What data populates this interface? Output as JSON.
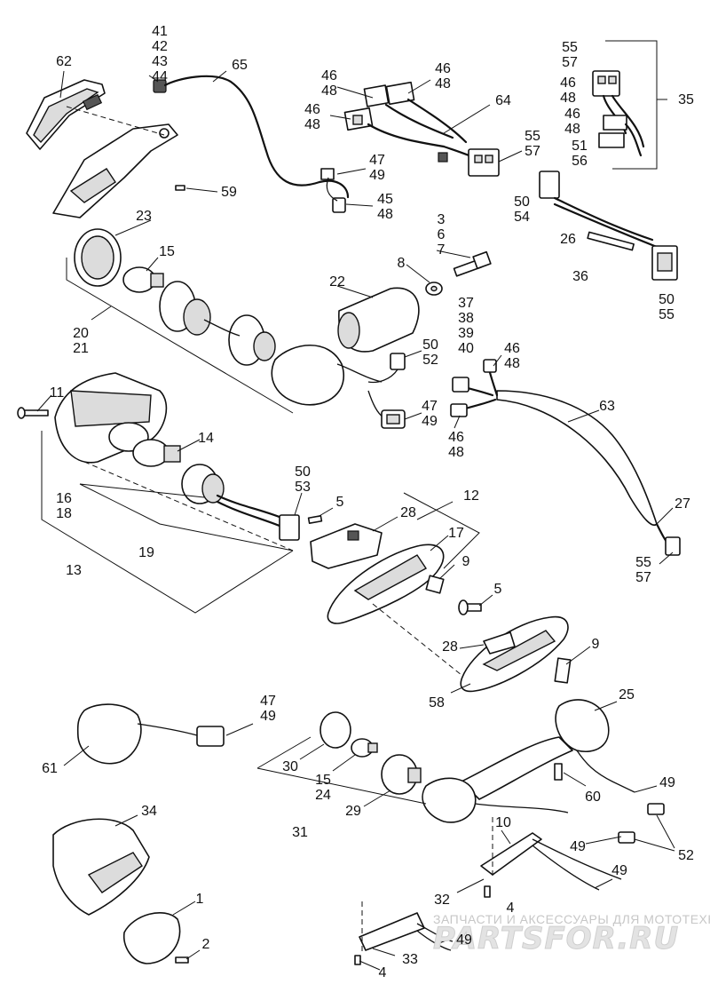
{
  "callouts": [
    {
      "id": "c62",
      "lines": [
        "62"
      ]
    },
    {
      "id": "c41",
      "lines": [
        "41",
        "42",
        "43",
        "44"
      ]
    },
    {
      "id": "c65",
      "lines": [
        "65"
      ]
    },
    {
      "id": "c46a",
      "lines": [
        "46",
        "48"
      ]
    },
    {
      "id": "c46b",
      "lines": [
        "46",
        "48"
      ]
    },
    {
      "id": "c46c",
      "lines": [
        "46",
        "48"
      ]
    },
    {
      "id": "c64",
      "lines": [
        "64"
      ]
    },
    {
      "id": "c55a",
      "lines": [
        "55",
        "57"
      ]
    },
    {
      "id": "c47a",
      "lines": [
        "47",
        "49"
      ]
    },
    {
      "id": "c45",
      "lines": [
        "45",
        "48"
      ]
    },
    {
      "id": "c59",
      "lines": [
        "59"
      ]
    },
    {
      "id": "c55b",
      "lines": [
        "55",
        "57"
      ]
    },
    {
      "id": "c46d",
      "lines": [
        "46",
        "48"
      ]
    },
    {
      "id": "c46e",
      "lines": [
        "46",
        "48"
      ]
    },
    {
      "id": "c51",
      "lines": [
        "51",
        "56"
      ]
    },
    {
      "id": "c35",
      "lines": [
        "35"
      ]
    },
    {
      "id": "c50a",
      "lines": [
        "50",
        "54"
      ]
    },
    {
      "id": "c26",
      "lines": [
        "26"
      ]
    },
    {
      "id": "c36",
      "lines": [
        "36"
      ]
    },
    {
      "id": "c50b",
      "lines": [
        "50",
        "55"
      ]
    },
    {
      "id": "c23",
      "lines": [
        "23"
      ]
    },
    {
      "id": "c3",
      "lines": [
        "3",
        "6",
        "7"
      ]
    },
    {
      "id": "c15a",
      "lines": [
        "15"
      ]
    },
    {
      "id": "c8",
      "lines": [
        "8"
      ]
    },
    {
      "id": "c22",
      "lines": [
        "22"
      ]
    },
    {
      "id": "c37",
      "lines": [
        "37",
        "38",
        "39",
        "40"
      ]
    },
    {
      "id": "c20",
      "lines": [
        "20",
        "21"
      ]
    },
    {
      "id": "c50c",
      "lines": [
        "50",
        "52"
      ]
    },
    {
      "id": "c46f",
      "lines": [
        "46",
        "48"
      ]
    },
    {
      "id": "c11",
      "lines": [
        "11"
      ]
    },
    {
      "id": "c47b",
      "lines": [
        "47",
        "49"
      ]
    },
    {
      "id": "c63",
      "lines": [
        "63"
      ]
    },
    {
      "id": "c46g",
      "lines": [
        "46",
        "48"
      ]
    },
    {
      "id": "c14",
      "lines": [
        "14"
      ]
    },
    {
      "id": "c16",
      "lines": [
        "16",
        "18"
      ]
    },
    {
      "id": "c50d",
      "lines": [
        "50",
        "53"
      ]
    },
    {
      "id": "c12",
      "lines": [
        "12"
      ]
    },
    {
      "id": "c5a",
      "lines": [
        "5"
      ]
    },
    {
      "id": "c28a",
      "lines": [
        "28"
      ]
    },
    {
      "id": "c17",
      "lines": [
        "17"
      ]
    },
    {
      "id": "c27",
      "lines": [
        "27"
      ]
    },
    {
      "id": "c19",
      "lines": [
        "19"
      ]
    },
    {
      "id": "c13",
      "lines": [
        "13"
      ]
    },
    {
      "id": "c9a",
      "lines": [
        "9"
      ]
    },
    {
      "id": "c55c",
      "lines": [
        "55",
        "57"
      ]
    },
    {
      "id": "c5b",
      "lines": [
        "5"
      ]
    },
    {
      "id": "c28b",
      "lines": [
        "28"
      ]
    },
    {
      "id": "c9b",
      "lines": [
        "9"
      ]
    },
    {
      "id": "c58",
      "lines": [
        "58"
      ]
    },
    {
      "id": "c25",
      "lines": [
        "25"
      ]
    },
    {
      "id": "c47c",
      "lines": [
        "47",
        "49"
      ]
    },
    {
      "id": "c61",
      "lines": [
        "61"
      ]
    },
    {
      "id": "c30",
      "lines": [
        "30"
      ]
    },
    {
      "id": "c15b",
      "lines": [
        "15",
        "24"
      ]
    },
    {
      "id": "c60",
      "lines": [
        "60"
      ]
    },
    {
      "id": "c49a",
      "lines": [
        "49"
      ]
    },
    {
      "id": "c29",
      "lines": [
        "29"
      ]
    },
    {
      "id": "c34",
      "lines": [
        "34"
      ]
    },
    {
      "id": "c31",
      "lines": [
        "31"
      ]
    },
    {
      "id": "c10",
      "lines": [
        "10"
      ]
    },
    {
      "id": "c49b",
      "lines": [
        "49"
      ]
    },
    {
      "id": "c52",
      "lines": [
        "52"
      ]
    },
    {
      "id": "c49c",
      "lines": [
        "49"
      ]
    },
    {
      "id": "c1",
      "lines": [
        "1"
      ]
    },
    {
      "id": "c32",
      "lines": [
        "32"
      ]
    },
    {
      "id": "c4a",
      "lines": [
        "4"
      ]
    },
    {
      "id": "c2",
      "lines": [
        "2"
      ]
    },
    {
      "id": "c49d",
      "lines": [
        "49"
      ]
    },
    {
      "id": "c33",
      "lines": [
        "33"
      ]
    },
    {
      "id": "c4b",
      "lines": [
        "4"
      ]
    }
  ],
  "watermark": {
    "tagline": "ЗАПЧАСТИ И АКСЕССУАРЫ ДЛЯ МОТОТЕХНИКИ",
    "brand": "PARTSFOR.RU"
  }
}
